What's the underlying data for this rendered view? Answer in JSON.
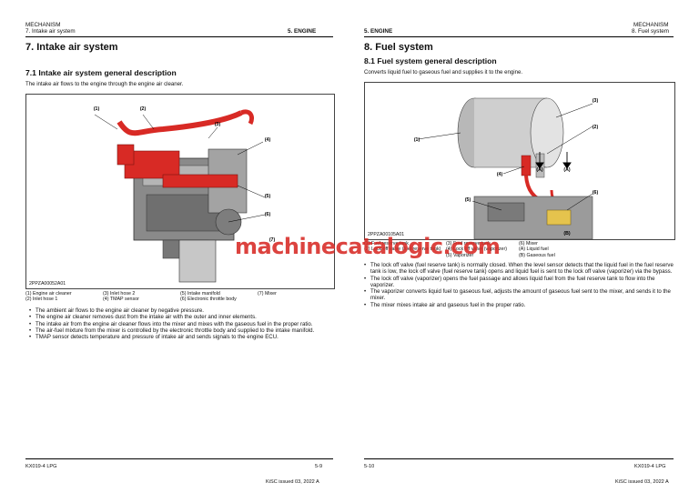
{
  "left": {
    "header": {
      "section": "MECHANISM",
      "subsection": "7. Intake air system",
      "chapter": "5. ENGINE"
    },
    "title": "7. Intake air system",
    "subtitle": "7.1 Intake air system general description",
    "intro": "The intake air flows to the engine through the engine air cleaner.",
    "figure": {
      "code": "2PPZA00052A01",
      "callouts": [
        "(1)",
        "(2)",
        "(3)",
        "(4)",
        "(5)",
        "(6)",
        "(7)"
      ]
    },
    "legend": [
      [
        "(1)  Engine air cleaner",
        "(2)  Inlet hose 1"
      ],
      [
        "(3)  Inlet hose 2",
        "(4)  TMAP sensor"
      ],
      [
        "(5)  Intake manifold",
        "(6)  Electronic throttle body"
      ],
      [
        "(7)  Mixer"
      ]
    ],
    "bullets": [
      "The ambient air flows to the engine air cleaner by negative pressure.",
      "The engine air cleaner removes dust from the intake air with the outer and inner elements.",
      "The intake air from the engine air cleaner flows into the mixer and mixes with the gaseous fuel in the proper ratio.",
      "The air-fuel mixture from the mixer is controlled by the electronic throttle body and supplied to the intake manifold.",
      "TMAP sensor detects temperature and pressure of intake air and sends signals to the engine ECU."
    ],
    "footer": {
      "model": "KX019-4 LPG",
      "page": "5-9",
      "issued": "KiSC issued 03, 2022 A"
    }
  },
  "right": {
    "header": {
      "section": "MECHANISM",
      "subsection": "8. Fuel system",
      "chapter": "5. ENGINE"
    },
    "title": "8. Fuel system",
    "subtitle": "8.1 Fuel system general description",
    "intro": "Converts liquid fuel to gaseous fuel and supplies it to the engine.",
    "figure": {
      "code": "2PPZA00105A01",
      "callouts": [
        "(1)",
        "(2)",
        "(3)",
        "(4)",
        "(5)",
        "(6)",
        "(A)",
        "(A)",
        "(B)"
      ]
    },
    "legend": [
      [
        "(1)  Fuel reserve tank",
        "(2)  Lock off valve (fuel reserve tank)"
      ],
      [
        "(3)  Fuel reserve tank",
        "(4)  Lock off valve (vaporizer)",
        "(5)  Vaporizer"
      ],
      [
        "(6)  Mixer",
        "(A)  Liquid fuel",
        "(B)  Gaseous fuel"
      ]
    ],
    "bullets": [
      "The lock off valve (fuel reserve tank) is normally closed. When the level sensor detects that the liquid fuel in the fuel reserve tank is low, the lock off valve (fuel reserve tank) opens and liquid fuel is sent to the lock off valve (vaporizer) via the bypass.",
      "The lock off valve (vaporizer) opens the fuel passage and allows liquid fuel from the fuel reserve tank to flow into the vaporizer.",
      "The vaporizer converts liquid fuel to gaseous fuel, adjusts the amount of gaseous fuel sent to the mixer, and sends it to the mixer.",
      "The mixer mixes intake air and gaseous fuel in the proper ratio."
    ],
    "footer": {
      "page": "5-10",
      "model": "KX019-4 LPG",
      "issued": "KiSC issued 03, 2022 A"
    }
  },
  "watermark": "machinecatalogic.com",
  "colors": {
    "accent": "#d82a25",
    "rule": "#000000",
    "metal": "#9a9a9a"
  }
}
